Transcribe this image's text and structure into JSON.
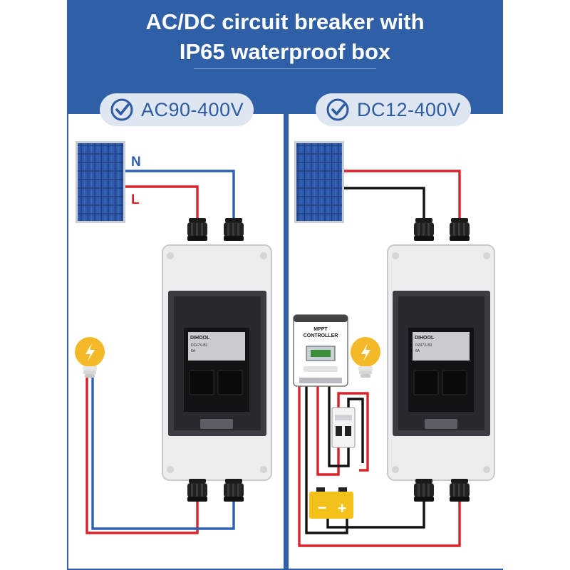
{
  "title": {
    "line1": "AC/DC circuit breaker with",
    "line2": "IP65 waterproof box"
  },
  "left_panel": {
    "badge": "AC90-400V",
    "wire_neutral_label": "N",
    "wire_line_label": "L",
    "breaker_brand": "DIHOOL",
    "breaker_model": "DZ47X-B3",
    "breaker_rating": "6A"
  },
  "right_panel": {
    "badge": "DC12-400V",
    "controller_label_line1": "MPPT",
    "controller_label_line2": "CONTROLLER",
    "breaker_brand": "DIHOOL",
    "breaker_model": "DZ47X-B3",
    "breaker_rating": "6A",
    "battery_minus": "−",
    "battery_plus": "+"
  },
  "colors": {
    "background_blue": "#2f5fa6",
    "badge_fill": "#dde6f1",
    "badge_text": "#2d5ba4",
    "wire_blue": "#2e60b4",
    "wire_red": "#d8232a",
    "wire_black": "#111111",
    "battery_yellow": "#f2c21b",
    "bulb_yellow": "#f4b928"
  },
  "icons": [
    "check-circle-icon",
    "solar-panel-icon",
    "light-bulb-icon",
    "battery-icon",
    "mppt-controller-icon",
    "circuit-breaker-icon"
  ]
}
